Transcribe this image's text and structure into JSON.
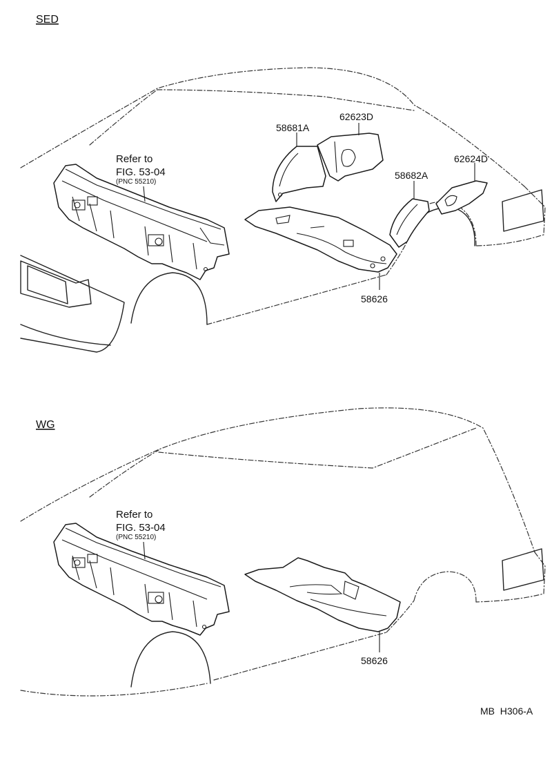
{
  "sections": [
    {
      "id": "sed",
      "label": "SED"
    },
    {
      "id": "wg",
      "label": "WG"
    }
  ],
  "sed": {
    "refer_line1": "Refer to",
    "refer_line2": "FIG. 53-04",
    "refer_pnc": "(PNC 55210)",
    "parts": {
      "p58681a": "58681A",
      "p62623d": "62623D",
      "p58682a": "58682A",
      "p62624d": "62624D",
      "p58626": "58626"
    }
  },
  "wg": {
    "refer_line1": "Refer to",
    "refer_line2": "FIG. 53-04",
    "refer_pnc": "(PNC 55210)",
    "parts": {
      "p58626": "58626"
    }
  },
  "footer_code": "MB  H306-A"
}
